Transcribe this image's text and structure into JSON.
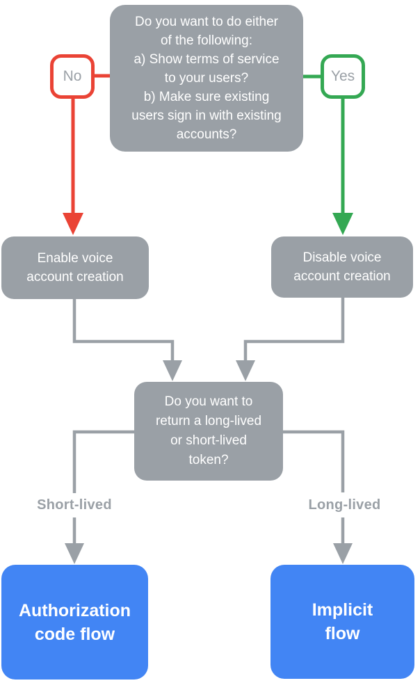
{
  "diagram": {
    "type": "flowchart",
    "nodes": {
      "question_top": {
        "text": "Do you want to do either\nof the following:\na) Show terms of service\nto your users?\nb) Make sure existing\nusers sign in with existing\naccounts?"
      },
      "enable_voice": {
        "text": "Enable voice\naccount creation"
      },
      "disable_voice": {
        "text": "Disable voice\naccount creation"
      },
      "question_token": {
        "text": "Do you want to\nreturn a long-lived\nor short-lived\ntoken?"
      },
      "authorization_code_flow": {
        "text": "Authorization\ncode flow"
      },
      "implicit_flow": {
        "text": "Implicit\nflow"
      }
    },
    "decision_badges": {
      "no": "No",
      "yes": "Yes"
    },
    "edge_labels": {
      "short_lived": "Short-lived",
      "long_lived": "Long-lived"
    },
    "colors": {
      "node_gray": "#9AA0A6",
      "connector_gray": "#9AA0A6",
      "no_red": "#EA4335",
      "yes_green": "#34A853",
      "result_blue": "#4285F4",
      "node_text": "#FFFFFF",
      "badge_text": "#9AA0A6",
      "background": "#FFFFFF"
    }
  }
}
